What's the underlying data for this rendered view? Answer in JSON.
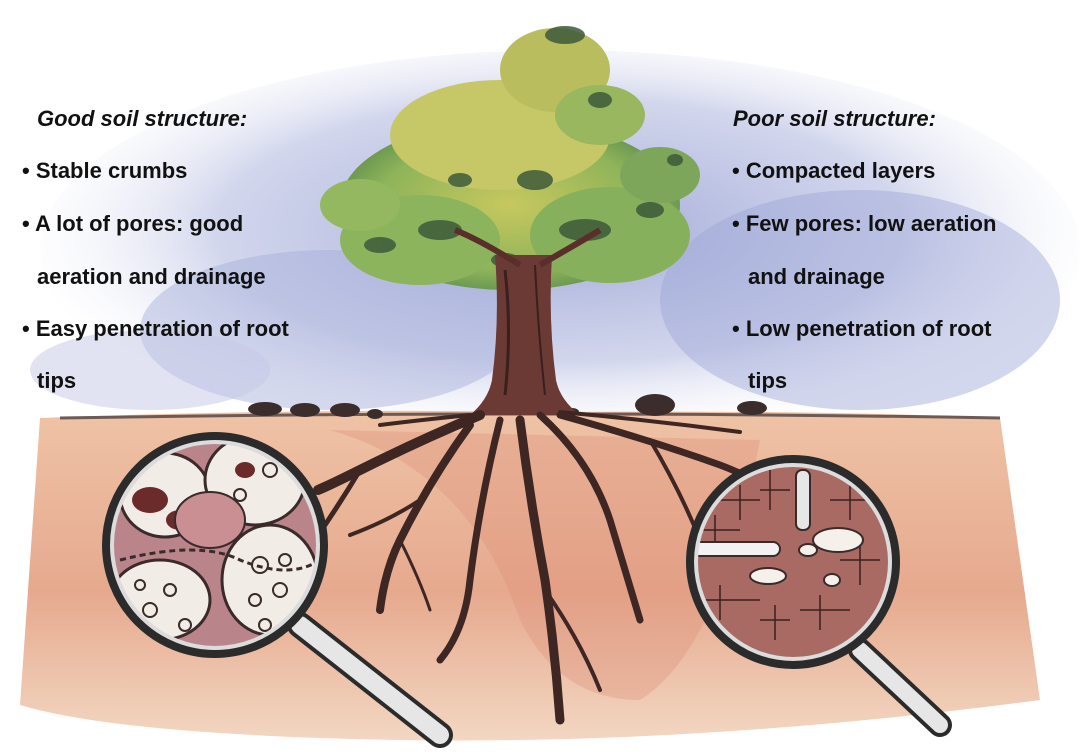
{
  "good": {
    "heading": "Good soil structure:",
    "lines": [
      "• Stable crumbs",
      "• A lot of pores: good",
      "aeration and drainage",
      "• Easy penetration of root",
      "tips"
    ]
  },
  "poor": {
    "heading": "Poor soil structure:",
    "lines": [
      "• Compacted layers",
      "• Few pores: low aeration",
      "and drainage",
      "• Low penetration of root",
      "tips"
    ]
  },
  "colors": {
    "sky": "#aab3d8",
    "soil": "#e8b49a",
    "foliage": "#9cb85a",
    "trunk": "#5a2f2a",
    "compact_soil": "#a86a62",
    "crumb_soil": "#c98f92"
  }
}
